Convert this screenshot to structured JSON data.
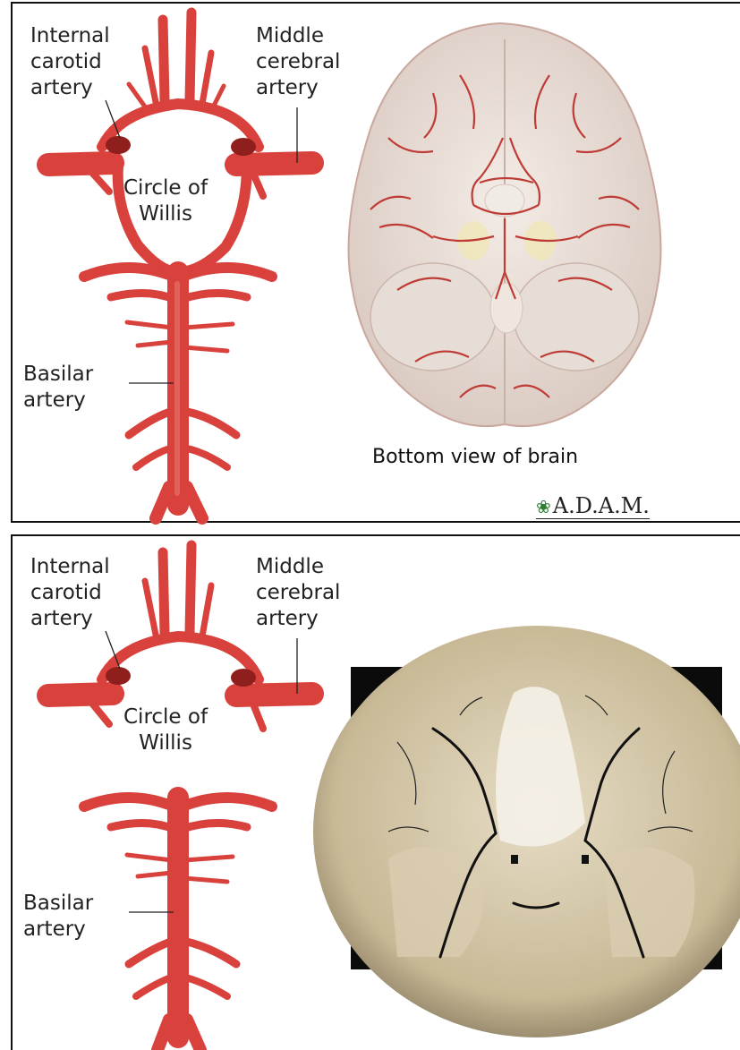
{
  "top_panel": {
    "labels": {
      "internal_carotid": "Internal\ncarotid\nartery",
      "middle_cerebral": "Middle\ncerebral\nartery",
      "circle_of_willis": "Circle of\nWillis",
      "basilar": "Basilar\nartery"
    },
    "caption": "Bottom view of brain",
    "logo": "A.D.A.M."
  },
  "bottom_panel": {
    "labels": {
      "internal_carotid": "Internal\ncarotid\nartery",
      "middle_cerebral": "Middle\ncerebral\nartery",
      "circle_of_willis": "Circle of\nWillis",
      "basilar": "Basilar\nartery"
    }
  },
  "colors": {
    "artery": "#d9413c",
    "artery_dark": "#b32b28",
    "artery_light": "#f08a80",
    "brain": "#e9dfd8",
    "photo_bg": "#cfc2a6"
  }
}
